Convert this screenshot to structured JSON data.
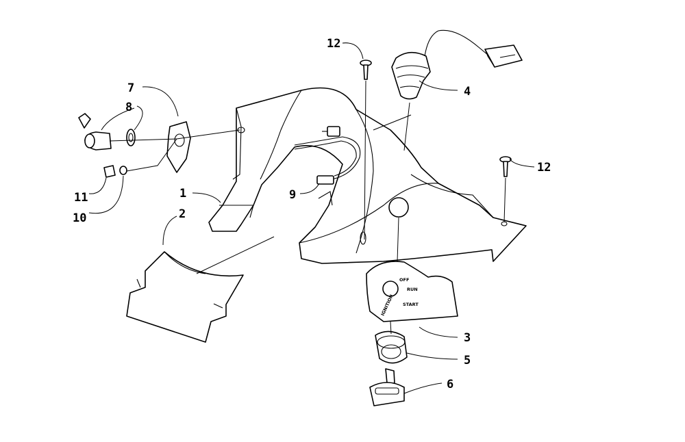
{
  "diagram": {
    "callouts": [
      {
        "id": "c1",
        "label": "1"
      },
      {
        "id": "c2",
        "label": "2"
      },
      {
        "id": "c3",
        "label": "3"
      },
      {
        "id": "c4",
        "label": "4"
      },
      {
        "id": "c5",
        "label": "5"
      },
      {
        "id": "c6",
        "label": "6"
      },
      {
        "id": "c7",
        "label": "7"
      },
      {
        "id": "c8",
        "label": "8"
      },
      {
        "id": "c9",
        "label": "9"
      },
      {
        "id": "c10",
        "label": "10"
      },
      {
        "id": "c11",
        "label": "11"
      },
      {
        "id": "c12a",
        "label": "12"
      },
      {
        "id": "c12b",
        "label": "12"
      }
    ],
    "plate_text": {
      "off": "OFF",
      "run": "RUN",
      "start": "START",
      "ignition": "IGNITION"
    },
    "colors": {
      "line": "#000000",
      "background": "#ffffff"
    }
  }
}
